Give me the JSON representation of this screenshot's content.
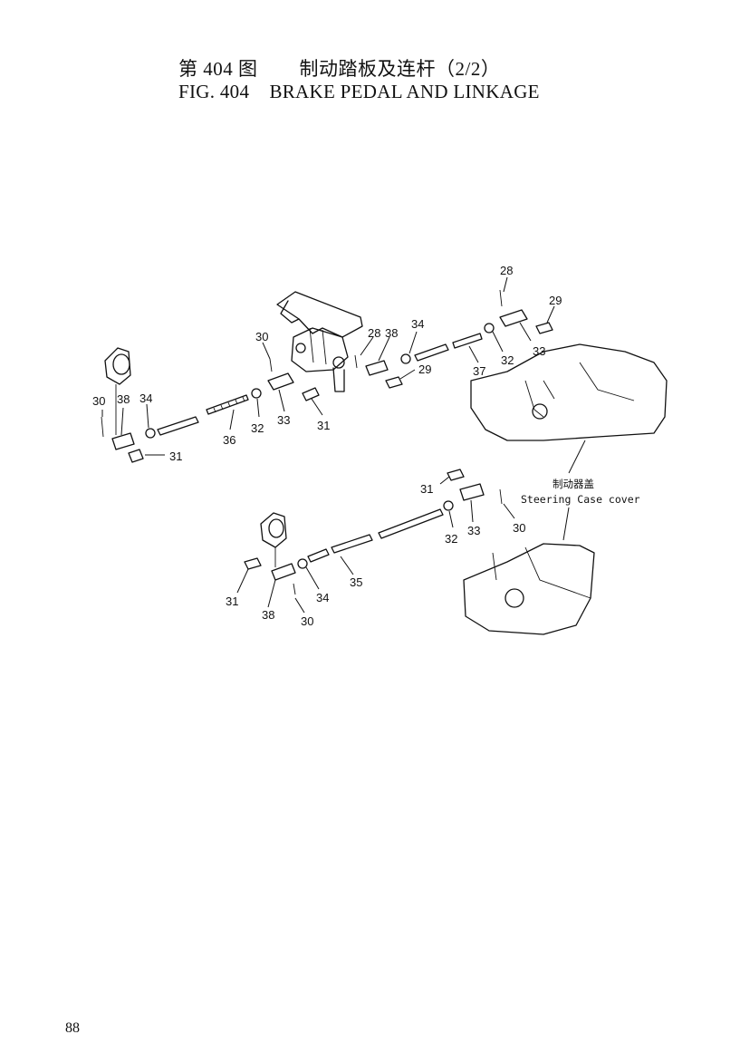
{
  "header": {
    "title_cn": "第 404 图        制动踏板及连杆（2/2）",
    "title_en": "FIG. 404    BRAKE PEDAL AND LINKAGE"
  },
  "callouts": {
    "c28_top": "28",
    "c29_top": "29",
    "c33_top": "33",
    "c32_top": "32",
    "c37": "37",
    "c34_mid": "34",
    "c29_mid": "29",
    "c28_mid": "28",
    "c38_mid": "38",
    "c30_mid": "30",
    "c33_mid": "33",
    "c32_mid": "32",
    "c31_mid": "31",
    "c36": "36",
    "c30_left": "30",
    "c38_left": "38",
    "c34_left": "34",
    "c31_left": "31",
    "c31_low": "31",
    "c32_low": "32",
    "c33_low": "33",
    "c30_low": "30",
    "c35": "35",
    "c34_low": "34",
    "c31_bot": "31",
    "c38_bot": "38",
    "c30_bot": "30"
  },
  "note": {
    "cn": "制动器盖",
    "en": "Steering Case cover"
  },
  "footer": {
    "page_number": "88"
  }
}
